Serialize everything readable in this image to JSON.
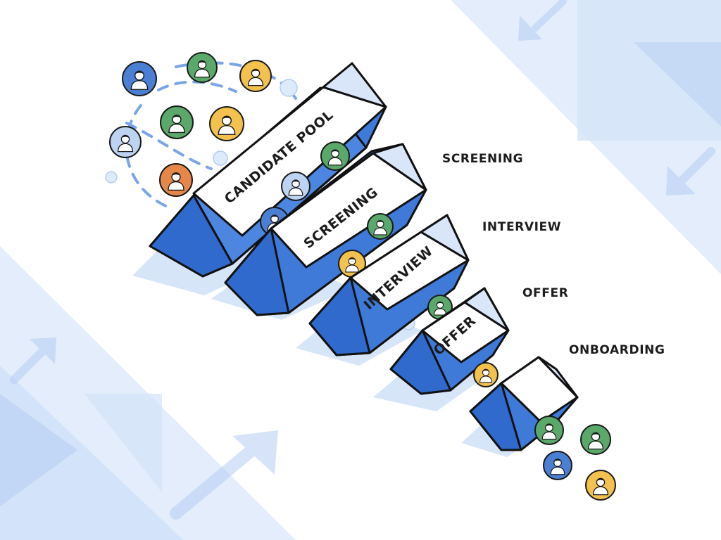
{
  "stages": [
    {
      "id": "candidate-pool",
      "label": "CANDIDATE POOL"
    },
    {
      "id": "screening",
      "label": "SCREENING"
    },
    {
      "id": "interview",
      "label": "INTERVIEW"
    },
    {
      "id": "offer",
      "label": "OFFER"
    },
    {
      "id": "onboarding",
      "label": ""
    }
  ],
  "side_labels": {
    "screening": "SCREENING",
    "interview": "INTERVIEW",
    "offer": "OFFER",
    "onboarding": "ONBOARDING"
  },
  "colors": {
    "funnel_blue": "#3f7ad8",
    "funnel_light": "#d9e6fa",
    "outline": "#111111",
    "background_shape": "#cfe0f8",
    "avatar_blue": "#4a7fd4",
    "avatar_green": "#5aa86a",
    "avatar_yellow": "#f2c14e",
    "avatar_orange": "#e6874a",
    "avatar_lightblue": "#bcd3f2"
  }
}
